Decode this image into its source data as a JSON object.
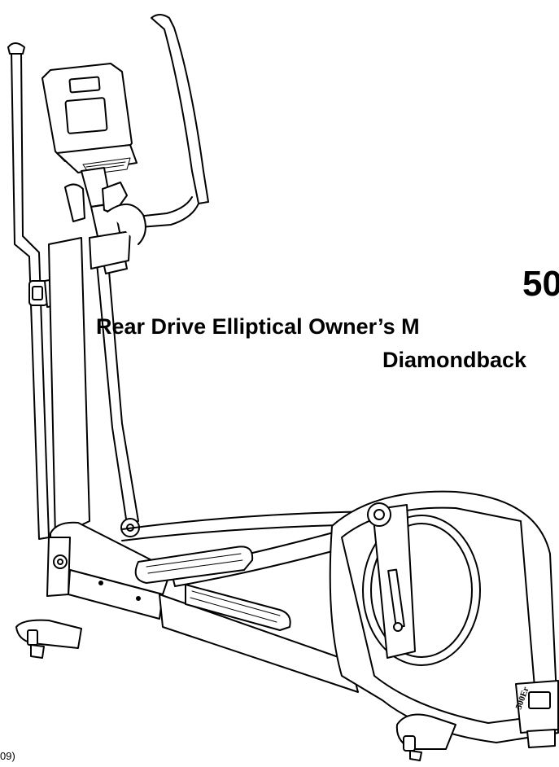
{
  "document": {
    "model_title": "50",
    "subtitle": "Rear Drive Elliptical Owner’s M",
    "brand": "Diamondback",
    "footer_code": "09)"
  },
  "illustration": {
    "subject": "elliptical-trainer-line-drawing",
    "frame_badge": "500Er",
    "line_color": "#000000",
    "fill_color": "#ffffff"
  }
}
